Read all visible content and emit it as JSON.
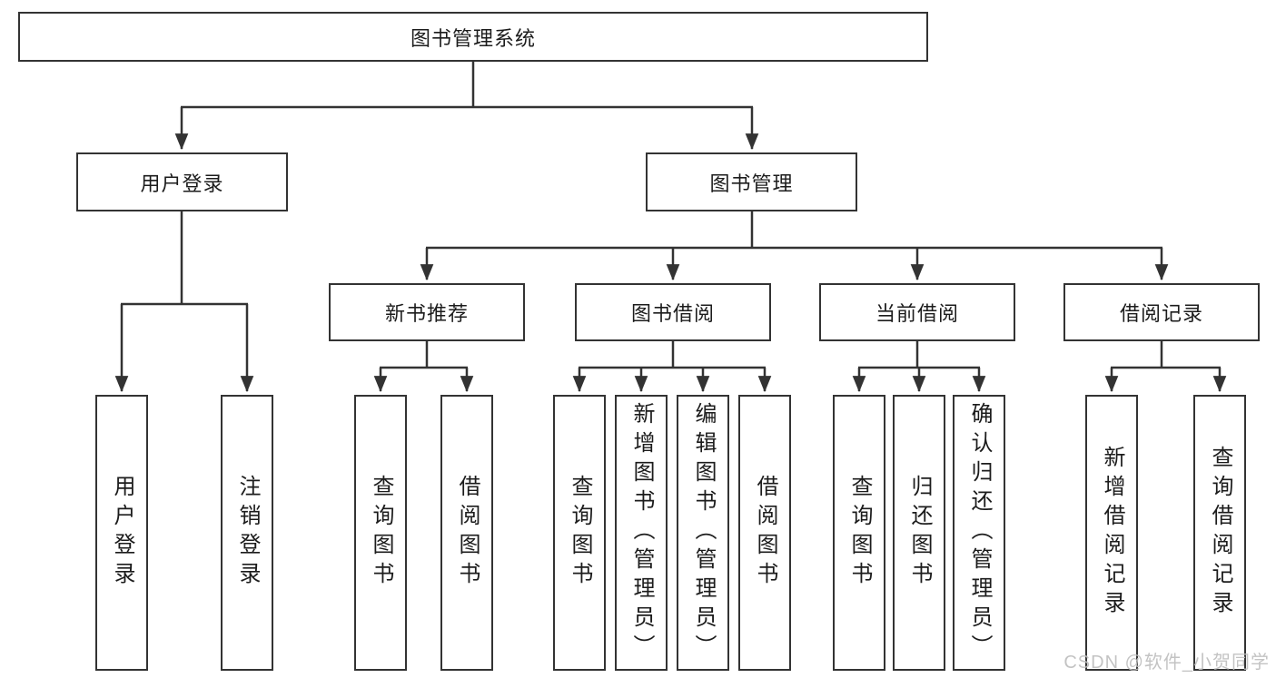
{
  "diagram": {
    "root": {
      "label": "图书管理系统"
    },
    "level2": [
      {
        "label": "用户登录"
      },
      {
        "label": "图书管理"
      }
    ],
    "level3": [
      {
        "label": "新书推荐"
      },
      {
        "label": "图书借阅"
      },
      {
        "label": "当前借阅"
      },
      {
        "label": "借阅记录"
      }
    ],
    "leafGroups": [
      {
        "parent": "用户登录",
        "items": [
          "用户登录",
          "注销登录"
        ]
      },
      {
        "parent": "新书推荐",
        "items": [
          "查询图书",
          "借阅图书"
        ]
      },
      {
        "parent": "图书借阅",
        "items": [
          "查询图书",
          "新增图书（管理员）",
          "编辑图书（管理员）",
          "借阅图书"
        ]
      },
      {
        "parent": "当前借阅",
        "items": [
          "查询图书",
          "归还图书",
          "确认归还（管理员）"
        ]
      },
      {
        "parent": "借阅记录",
        "items": [
          "新增借阅记录",
          "查询借阅记录"
        ]
      }
    ]
  },
  "watermark": {
    "text": "CSDN @软件_小贺同学"
  },
  "colors": {
    "line": "#333333",
    "box_border": "#333333",
    "box_background": "#ffffff",
    "text": "#1c1c1c",
    "watermark": "#bebebe"
  }
}
